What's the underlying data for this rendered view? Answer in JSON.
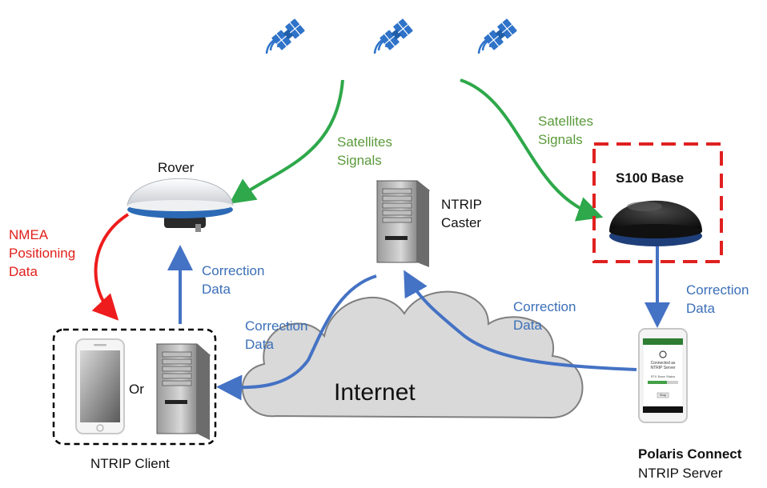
{
  "satellites": [
    "satellite-1",
    "satellite-2",
    "satellite-3"
  ],
  "labels": {
    "satellite_signals_left": [
      "Satellites",
      "Signals"
    ],
    "satellite_signals_right": [
      "Satellites",
      "Signals"
    ],
    "rover": "Rover",
    "nmea": [
      "NMEA",
      "Positioning",
      "Data"
    ],
    "correction_rover": [
      "Correction",
      "Data"
    ],
    "correction_client": [
      "Correction",
      "Data"
    ],
    "correction_server": [
      "Correction",
      "Data"
    ],
    "correction_base": [
      "Correction",
      "Data"
    ],
    "ntrip_caster": [
      "NTRIP",
      "Caster"
    ],
    "s100_base": "S100 Base",
    "internet": "Internet",
    "or": "Or",
    "ntrip_client": "NTRIP Client",
    "polaris_connect": "Polaris Connect",
    "ntrip_server": "NTRIP Server"
  },
  "phone_screen": {
    "status": "Connected as NTRIP Server",
    "base_status": "RTK Base Status",
    "button": "Stop"
  },
  "colors": {
    "satellite_signal_arrow": "#2ea84a",
    "correction_arrow": "#4472c4",
    "nmea_arrow": "#ee1c1c",
    "base_frame": "#e02020",
    "client_frame": "#000000",
    "cloud_fill": "#d9d9d9",
    "satellite_icon": "#2f73c9"
  }
}
